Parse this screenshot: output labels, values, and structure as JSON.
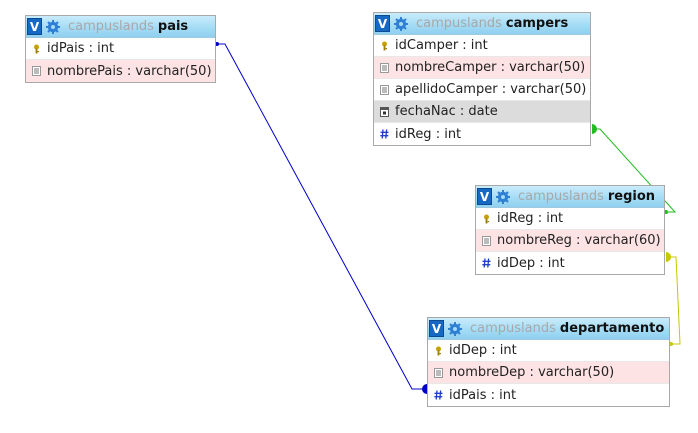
{
  "db_name": "campuslands",
  "tables": {
    "pais": {
      "name": "pais",
      "columns": [
        {
          "text": "idPais : int",
          "icon": "primary-key-icon"
        },
        {
          "text": "nombrePais : varchar(50)",
          "icon": "text-field-icon"
        }
      ]
    },
    "campers": {
      "name": "campers",
      "columns": [
        {
          "text": "idCamper : int",
          "icon": "primary-key-icon"
        },
        {
          "text": "nombreCamper : varchar(50)",
          "icon": "text-field-icon"
        },
        {
          "text": "apellidoCamper : varchar(50)",
          "icon": "text-field-icon"
        },
        {
          "text": "fechaNac : date",
          "icon": "date-field-icon"
        },
        {
          "text": "idReg : int",
          "icon": "number-field-icon"
        }
      ]
    },
    "region": {
      "name": "region",
      "columns": [
        {
          "text": "idReg : int",
          "icon": "primary-key-icon"
        },
        {
          "text": "nombreReg : varchar(60)",
          "icon": "text-field-icon"
        },
        {
          "text": "idDep : int",
          "icon": "number-field-icon"
        }
      ]
    },
    "departamento": {
      "name": "departamento",
      "columns": [
        {
          "text": "idDep : int",
          "icon": "primary-key-icon"
        },
        {
          "text": "nombreDep : varchar(50)",
          "icon": "text-field-icon"
        },
        {
          "text": "idPais : int",
          "icon": "number-field-icon"
        }
      ]
    }
  },
  "toggle_label": "V",
  "relation_colors": {
    "pais_departamento": "#0000cc",
    "campers_region": "#22bb22",
    "region_departamento": "#c8c800"
  }
}
